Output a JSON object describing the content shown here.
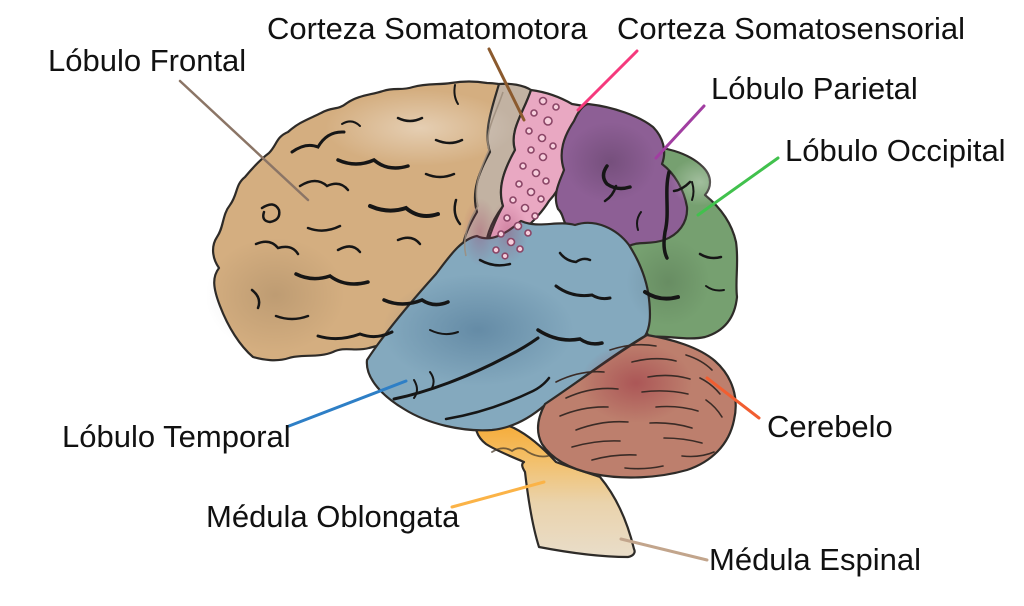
{
  "diagram": {
    "type": "anatomy-diagram",
    "subject": "Cerebro humano - vista lateral",
    "background_color": "#ffffff",
    "text_color": "#111111",
    "outline_color": "#2e2b28",
    "sulcus_color": "#161616",
    "labels": [
      {
        "id": "lobulo-frontal",
        "text": "Lóbulo Frontal",
        "line_color": "#8b7566"
      },
      {
        "id": "corteza-somatomotora",
        "text": "Corteza Somatomotora",
        "line_color": "#8b5a2e"
      },
      {
        "id": "corteza-somatosensorial",
        "text": "Corteza Somatosensorial",
        "line_color": "#f5397d"
      },
      {
        "id": "lobulo-parietal",
        "text": "Lóbulo Parietal",
        "line_color": "#a13ea1"
      },
      {
        "id": "lobulo-occipital",
        "text": "Lóbulo Occipital",
        "line_color": "#41c14d"
      },
      {
        "id": "lobulo-temporal",
        "text": "Lóbulo Temporal",
        "line_color": "#2e7fc6"
      },
      {
        "id": "cerebelo",
        "text": "Cerebelo",
        "line_color": "#f15e31"
      },
      {
        "id": "medula-oblongata",
        "text": "Médula Oblongata",
        "line_color": "#fbb347"
      },
      {
        "id": "medula-espinal",
        "text": "Médula Espinal",
        "line_color": "#c2a58c"
      }
    ],
    "regions": {
      "frontal": {
        "name": "Lóbulo Frontal",
        "fill": "#d4ae80"
      },
      "somatomotor": {
        "name": "Corteza Somatomotora",
        "fill": "#c2b2a2",
        "inner_line_color": "#9e8d7c"
      },
      "somatosensory": {
        "name": "Corteza Somatosensorial",
        "fill": "#e9a8c2",
        "dot_color": "#8a4566",
        "dot_fill": "#f6cfdc"
      },
      "parietal": {
        "name": "Lóbulo Parietal",
        "fill": "#8d5f95"
      },
      "occipital": {
        "name": "Lóbulo Occipital",
        "fill": "#76a070"
      },
      "temporal": {
        "name": "Lóbulo Temporal",
        "fill": "#84a9be"
      },
      "cerebellum": {
        "name": "Cerebelo",
        "fill": "#bd7f6d",
        "stria_color": "#3a2b26"
      },
      "brainstem": {
        "name": "Médula Oblongata / Médula Espinal",
        "stops": [
          "#f6a62c",
          "#f4bd62",
          "#ead3ac",
          "#e9ddc9"
        ]
      }
    }
  }
}
